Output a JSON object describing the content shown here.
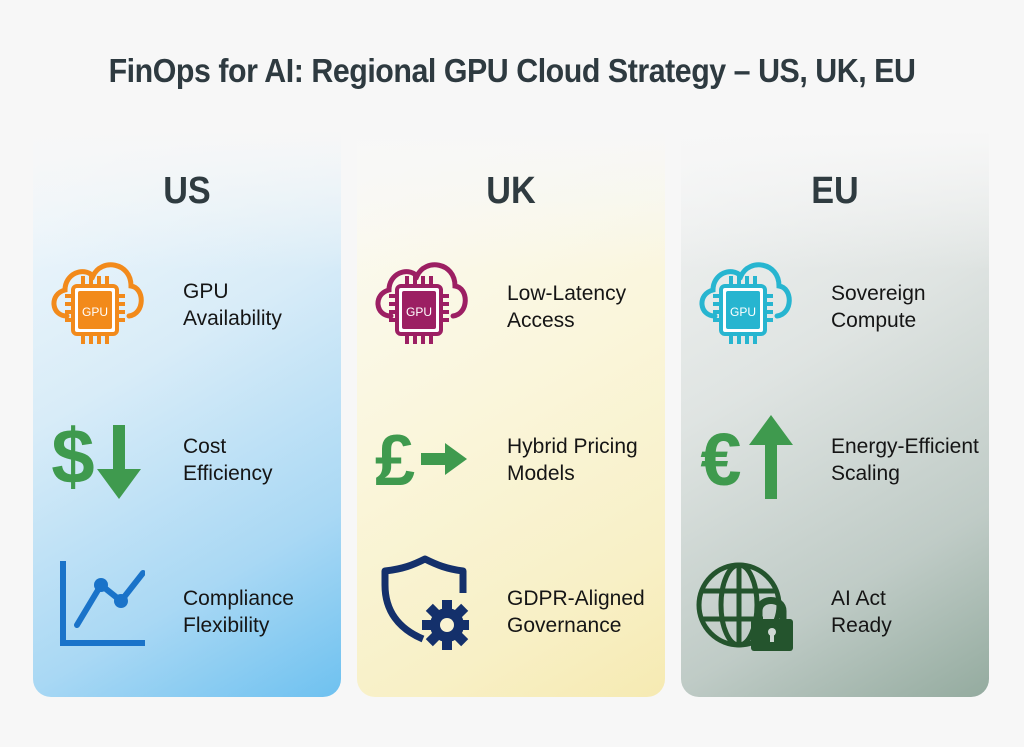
{
  "title": "FinOps for AI: Regional GPU Cloud Strategy – US, UK, EU",
  "colors": {
    "us_accent": "#f28a1b",
    "uk_accent": "#9c1f63",
    "eu_accent": "#27b5d0",
    "money_green": "#3f9a4e",
    "chart_blue": "#1a73c9",
    "shield_navy": "#14306b",
    "globe_green": "#24542d"
  },
  "regions": [
    {
      "name": "US",
      "items": [
        {
          "icon": "gpu-cloud-icon",
          "line1": "GPU",
          "line2": "Availability"
        },
        {
          "icon": "dollar-down-arrow-icon",
          "line1": "Cost",
          "line2": "Efficiency"
        },
        {
          "icon": "line-chart-icon",
          "line1": "Compliance",
          "line2": "Flexibility"
        }
      ]
    },
    {
      "name": "UK",
      "items": [
        {
          "icon": "gpu-cloud-icon",
          "line1": "Low-Latency",
          "line2": "Access"
        },
        {
          "icon": "pound-right-arrow-icon",
          "line1": "Hybrid Pricing",
          "line2": "Models"
        },
        {
          "icon": "shield-gear-icon",
          "line1": "GDPR-Aligned",
          "line2": "Governance"
        }
      ]
    },
    {
      "name": "EU",
      "items": [
        {
          "icon": "gpu-cloud-icon",
          "line1": "Sovereign",
          "line2": "Compute"
        },
        {
          "icon": "euro-up-arrow-icon",
          "line1": "Energy-Efficient",
          "line2": "Scaling"
        },
        {
          "icon": "globe-lock-icon",
          "line1": "AI Act",
          "line2": "Ready"
        }
      ]
    }
  ],
  "gpu_chip_label": "GPU",
  "currency": {
    "us": "$",
    "uk": "£",
    "eu": "€"
  }
}
